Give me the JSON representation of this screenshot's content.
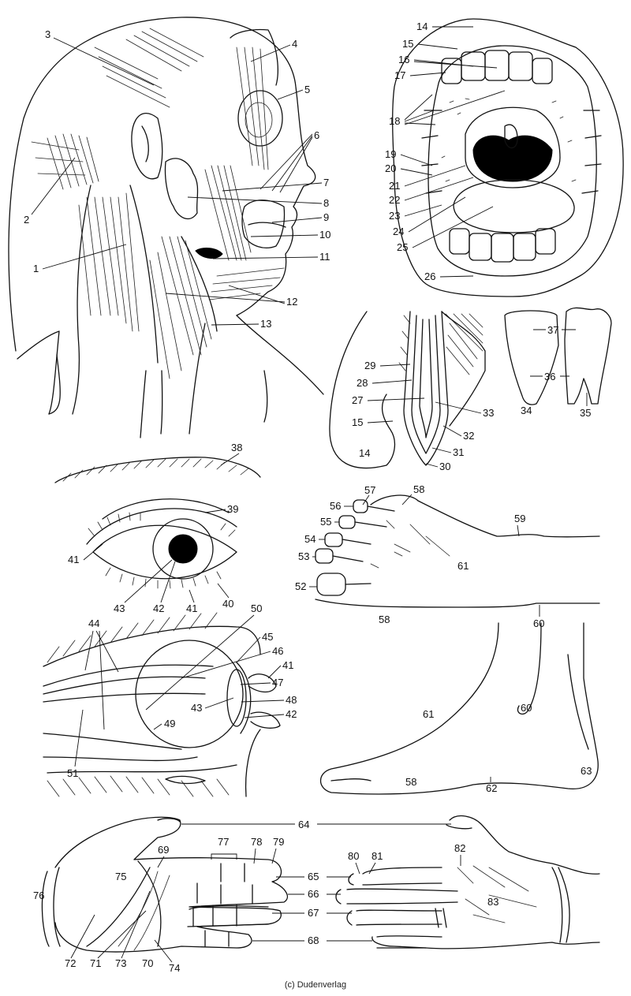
{
  "labels": {
    "1": "1",
    "2": "2",
    "3": "3",
    "4": "4",
    "5": "5",
    "6": "6",
    "7": "7",
    "8": "8",
    "9": "9",
    "10": "10",
    "11": "11",
    "12": "12",
    "13": "13",
    "14": "14",
    "15": "15",
    "16": "16",
    "17": "17",
    "18": "18",
    "19": "19",
    "20": "20",
    "21": "21",
    "22": "22",
    "23": "23",
    "24": "24",
    "25": "25",
    "26": "26",
    "27": "27",
    "28": "28",
    "29": "29",
    "30": "30",
    "31": "31",
    "32": "32",
    "33": "33",
    "34": "34",
    "35": "35",
    "36": "36",
    "37": "37",
    "38": "38",
    "39": "39",
    "40": "40",
    "41": "41",
    "42": "42",
    "43": "43",
    "44": "44",
    "45": "45",
    "46": "46",
    "47": "47",
    "48": "48",
    "49": "49",
    "50": "50",
    "51": "51",
    "52": "52",
    "53": "53",
    "54": "54",
    "55": "55",
    "56": "56",
    "57": "57",
    "58": "58",
    "59": "59",
    "60": "60",
    "61": "61",
    "62": "62",
    "63": "63",
    "64": "64",
    "65": "65",
    "66": "66",
    "67": "67",
    "68": "68",
    "69": "69",
    "70": "70",
    "71": "71",
    "72": "72",
    "73": "73",
    "74": "74",
    "75": "75",
    "76": "76",
    "77": "77",
    "78": "78",
    "79": "79",
    "80": "80",
    "81": "81",
    "82": "82",
    "83": "83"
  },
  "copyright": "(c) Dudenverlag"
}
